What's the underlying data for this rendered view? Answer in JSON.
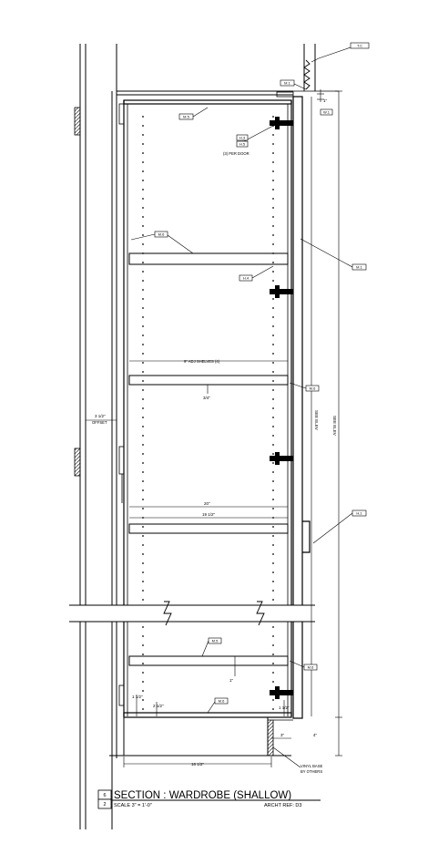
{
  "title": {
    "number": "6",
    "sheet": "2",
    "name": "SECTION : WARDROBE (SHALLOW)",
    "scale": "SCALE 3\" = 1'-0\"",
    "ref": "ARCHT REF: D3"
  },
  "tags": {
    "top_right": "T.C",
    "head_left": "M.1",
    "head_right": "W.1",
    "top_panel": "M.5",
    "hinge_a": "H.3",
    "hinge_b": "H.5",
    "shelf_upper": "M.6",
    "shelf_pin": "H.4",
    "door_panel": "M.1",
    "adj_shelf_right": "M.6",
    "pull": "H.1",
    "fixed_shelf": "M.5",
    "bottom_right": "M.6",
    "base_panel": "M.6"
  },
  "notes": {
    "per_door": "(3) PER DOOR",
    "adj_shelves": "9\"  ADJ SHELVES (4)",
    "offset": "OFFSET",
    "vinyl_base": "VINYL BASE",
    "by_others": "BY OTHERS"
  },
  "dims": {
    "top_gap": "1\"",
    "offset": "3 1/2\"",
    "shelf_gap": "3/4\"",
    "interior_width": "20\"",
    "shelf_width": "19 1/2\"",
    "bottom_gap": "1 1/2\"",
    "toe_height": "2 1/2\"",
    "kick_gap": "1 1/2\"",
    "base_depth": "3\"",
    "overall_depth": "16 1/2\"",
    "door_height": "SEE ELEV",
    "overall_height": "SEE ELEV",
    "base_height": "4\"",
    "shelf_thk": "1\""
  }
}
